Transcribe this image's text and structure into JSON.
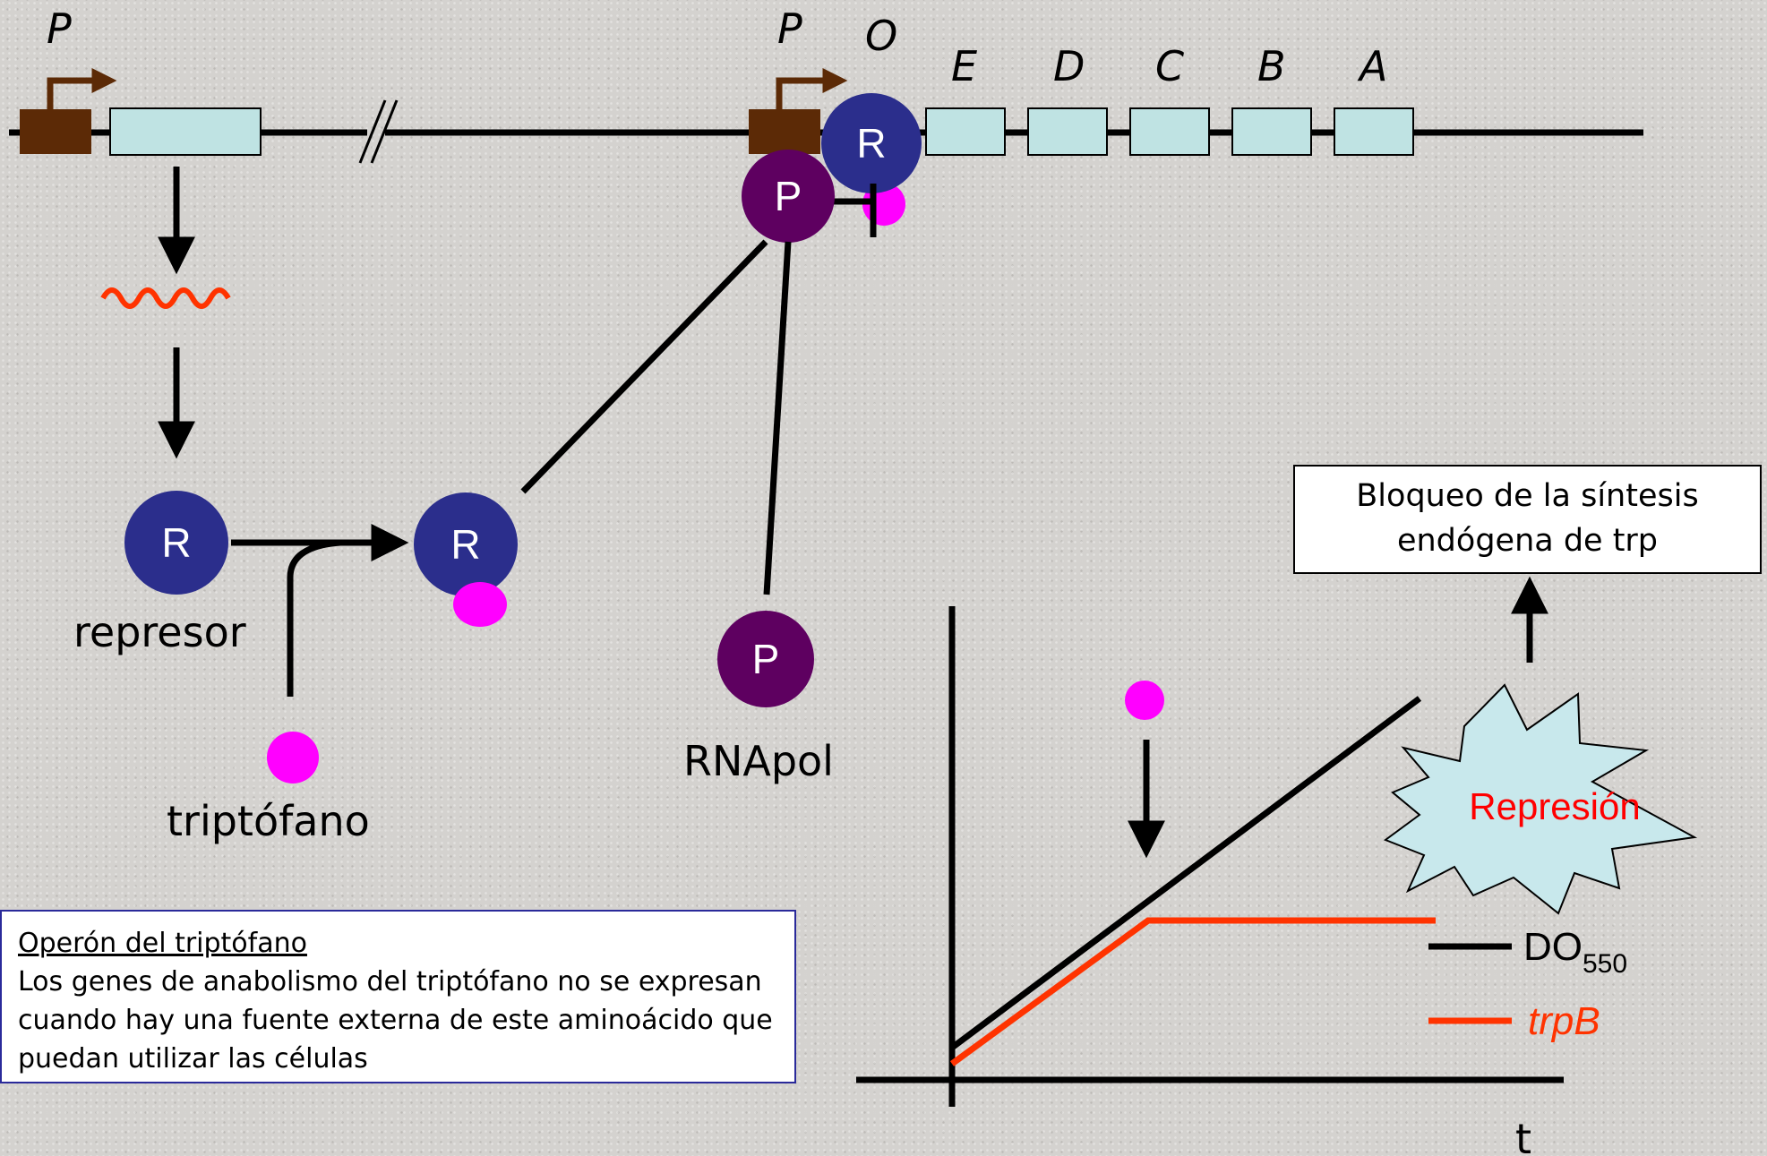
{
  "operon": {
    "promoter_left_label": "P",
    "promoter_right_label": "P",
    "operator_label": "O",
    "genes": [
      "E",
      "D",
      "C",
      "B",
      "A"
    ]
  },
  "molecules": {
    "repressor_symbol": "R",
    "rnapol_symbol": "P",
    "repressor_label": "represor",
    "tryptophan_label": "triptófano",
    "rnapol_label": "RNApol"
  },
  "caption": {
    "title": "Operón del triptófano",
    "body": "Los genes de anabolismo del triptófano no se expresan cuando hay una fuente externa de este aminoácido que puedan utilizar las células"
  },
  "outcome": {
    "box_text": "Bloqueo de la síntesis endógena de trp",
    "burst_label": "Represión"
  },
  "graph": {
    "x_axis_label": "t",
    "legend": [
      {
        "label": "DO",
        "subscript": "550",
        "color": "#000000",
        "italic": false
      },
      {
        "label": "trpB",
        "subscript": "",
        "color": "#ff3300",
        "italic": true
      }
    ]
  },
  "colors": {
    "promoter": "#5c2a06",
    "gene": "#bfe3e3",
    "repressor": "#2b2e8c",
    "rnapol": "#5e0060",
    "tryptophan": "#ff00ff",
    "mrna": "#ff3300",
    "burst": "#c8e8ec",
    "burst_text": "#ff0000"
  },
  "icons": [
    "promoter-arrow-icon",
    "mrna-wave-icon",
    "repression-burst-icon"
  ]
}
